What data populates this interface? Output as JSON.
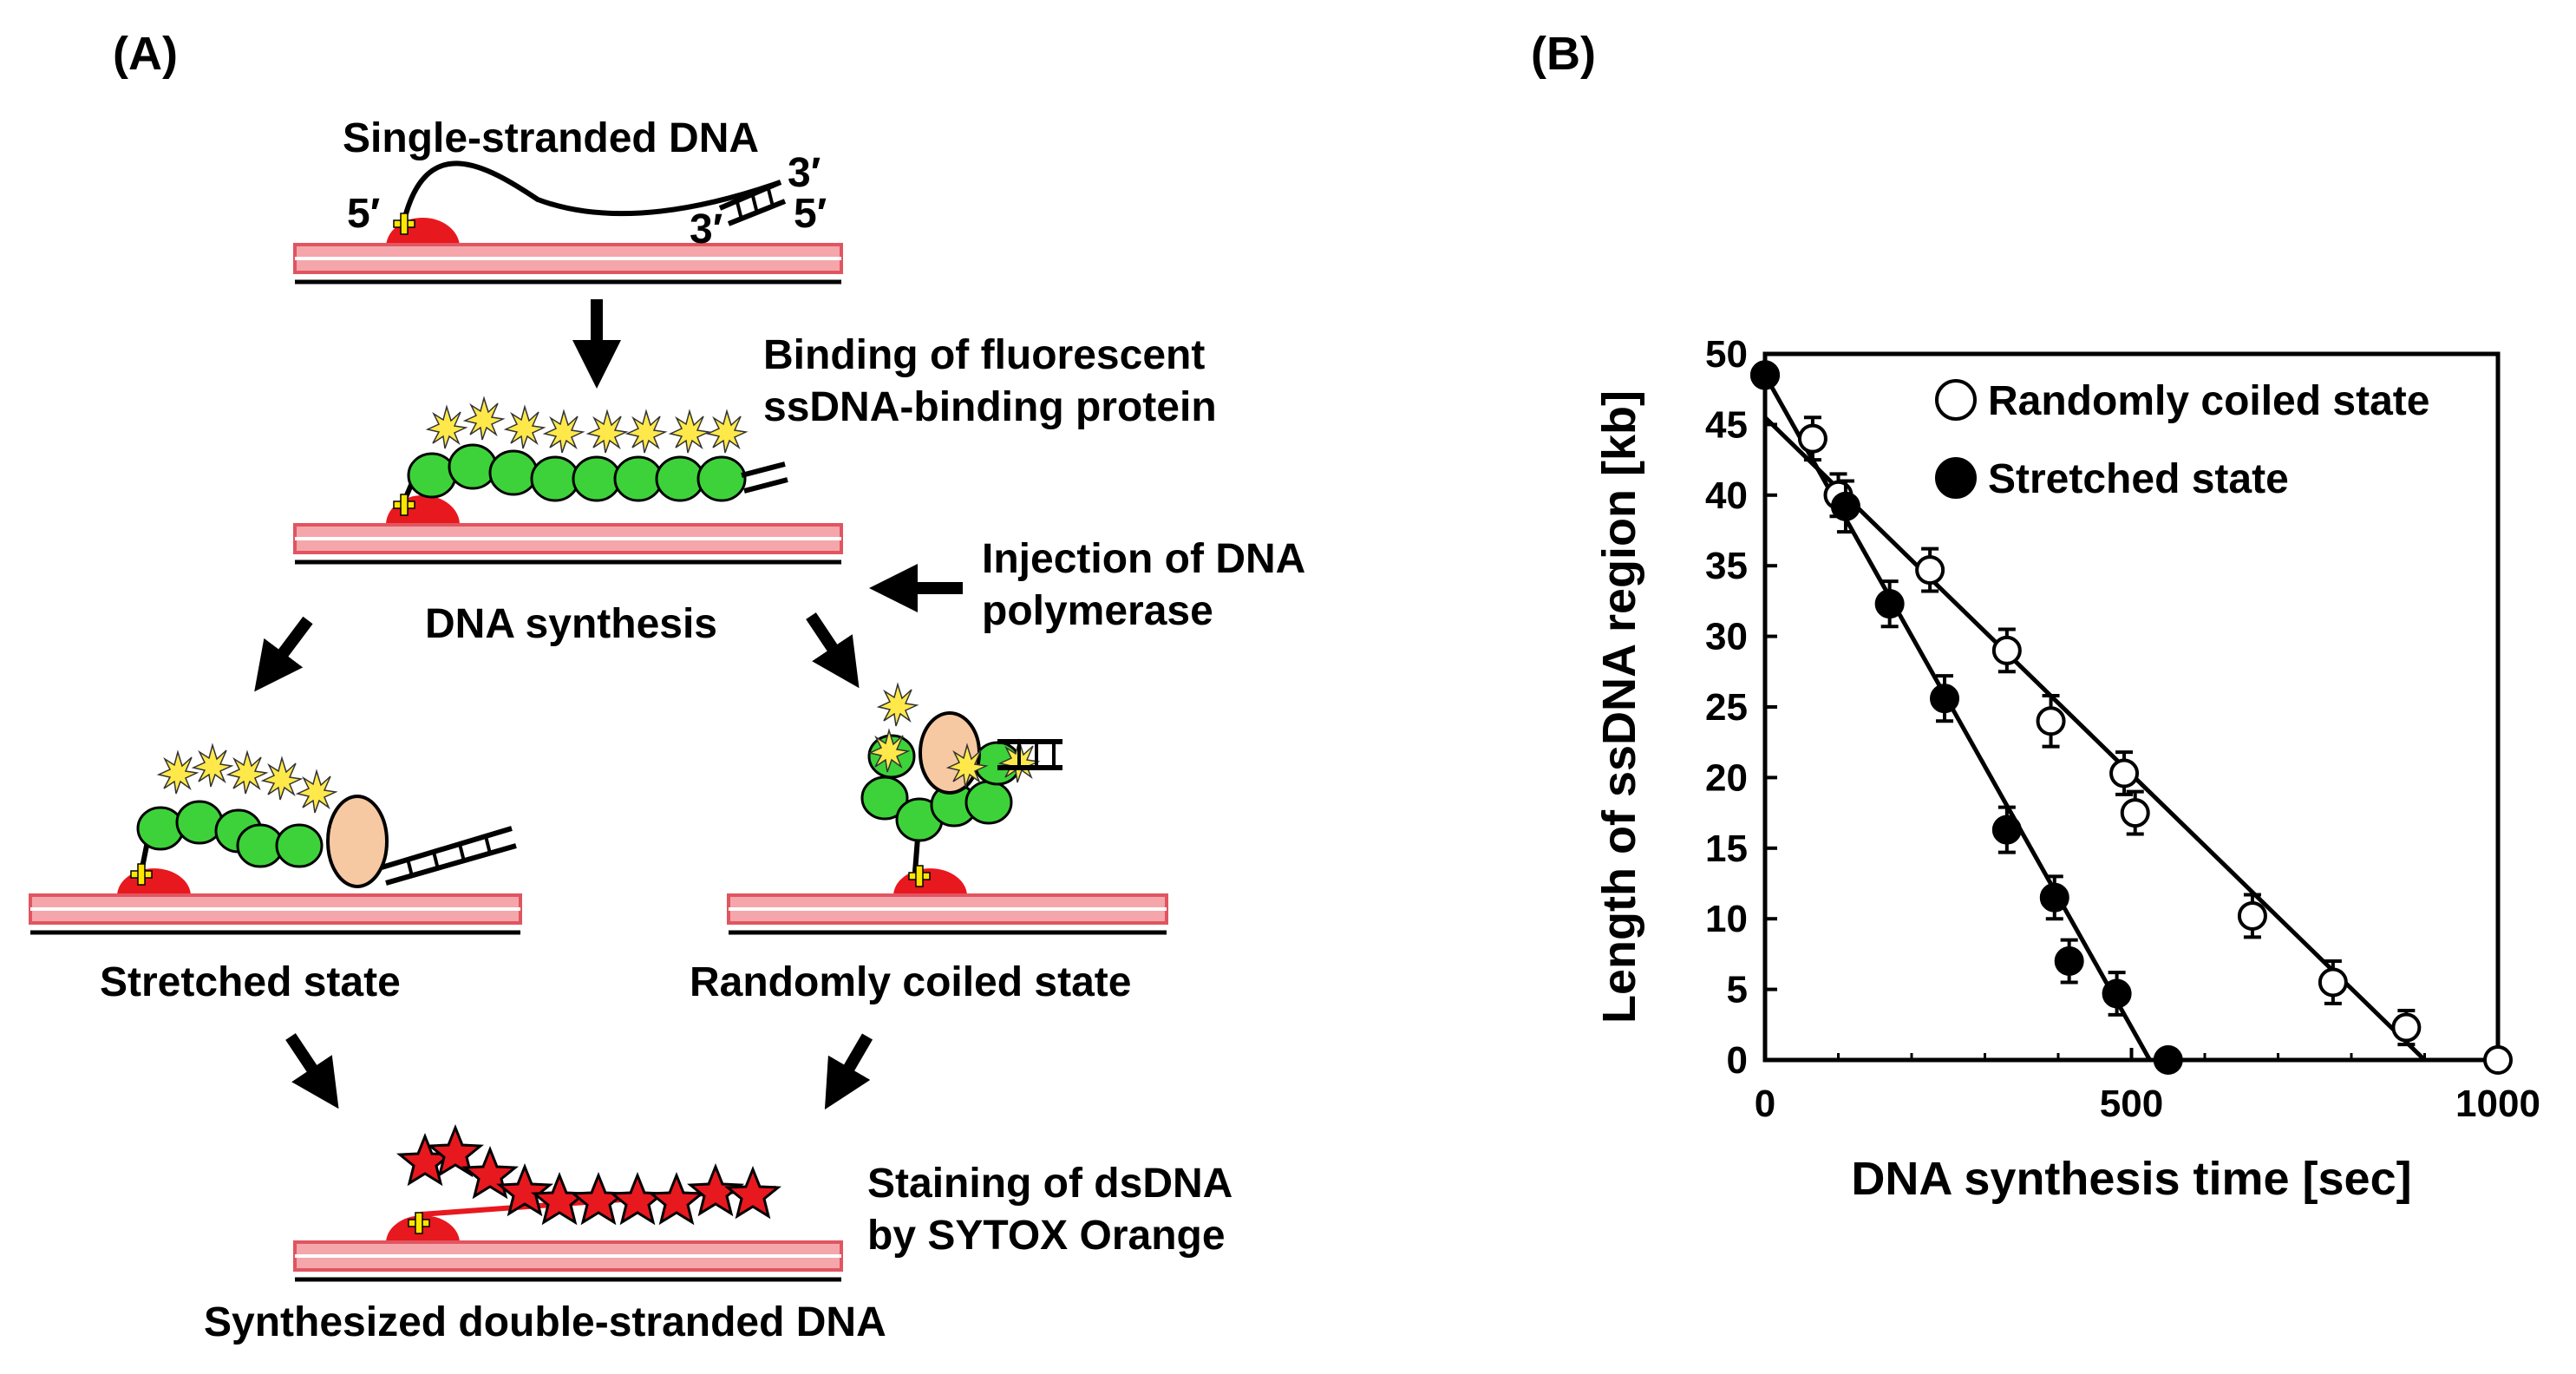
{
  "panel_a": {
    "label": "(A)",
    "ssdna_label": "Single-stranded DNA",
    "end_5_left": "5′",
    "end_3_top": "3′",
    "end_3_mid": "3′",
    "end_5_right": "5′",
    "binding_line1": "Binding of fluorescent",
    "binding_line2": "ssDNA-binding protein",
    "injection_line1": "Injection of DNA",
    "injection_line2": "polymerase",
    "synthesis_label": "DNA synthesis",
    "stretched_label": "Stretched state",
    "coiled_label": "Randomly coiled state",
    "staining_line1": "Staining of dsDNA",
    "staining_line2": "by SYTOX Orange",
    "final_label": "Synthesized double-stranded DNA"
  },
  "panel_b": {
    "label": "(B)",
    "colors": {
      "open_marker": "#ffffff",
      "filled_marker": "#000000",
      "line": "#000000"
    }
  },
  "chart_data": {
    "type": "scatter",
    "xlabel": "DNA synthesis time [sec]",
    "ylabel": "Length of ssDNA region [kb]",
    "xlim": [
      0,
      1000
    ],
    "ylim": [
      0,
      50
    ],
    "xticks": [
      0,
      500,
      1000
    ],
    "yticks": [
      0,
      5,
      10,
      15,
      20,
      25,
      30,
      35,
      40,
      45,
      50
    ],
    "legend_position": "top-right",
    "series": [
      {
        "name": "Randomly coiled state",
        "marker": "open-circle",
        "points": [
          [
            0,
            48.5
          ],
          [
            65,
            44
          ],
          [
            100,
            40
          ],
          [
            225,
            34.7
          ],
          [
            330,
            29
          ],
          [
            390,
            24
          ],
          [
            490,
            20.3
          ],
          [
            505,
            17.5
          ],
          [
            665,
            10.2
          ],
          [
            775,
            5.5
          ],
          [
            875,
            2.3
          ],
          [
            1000,
            0
          ]
        ],
        "err": [
          0,
          1.5,
          1.5,
          1.5,
          1.5,
          1.8,
          1.5,
          1.5,
          1.5,
          1.5,
          1.2,
          0
        ],
        "fit": [
          [
            0,
            45.5
          ],
          [
            900,
            0
          ]
        ]
      },
      {
        "name": "Stretched state",
        "marker": "filled-circle",
        "points": [
          [
            0,
            48.5
          ],
          [
            110,
            39.2
          ],
          [
            170,
            32.3
          ],
          [
            245,
            25.6
          ],
          [
            330,
            16.3
          ],
          [
            395,
            11.5
          ],
          [
            415,
            7
          ],
          [
            480,
            4.7
          ],
          [
            550,
            0
          ]
        ],
        "err": [
          0,
          1.8,
          1.6,
          1.6,
          1.6,
          1.5,
          1.5,
          1.5,
          0
        ],
        "fit": [
          [
            0,
            48.5
          ],
          [
            525,
            0
          ]
        ]
      }
    ]
  }
}
